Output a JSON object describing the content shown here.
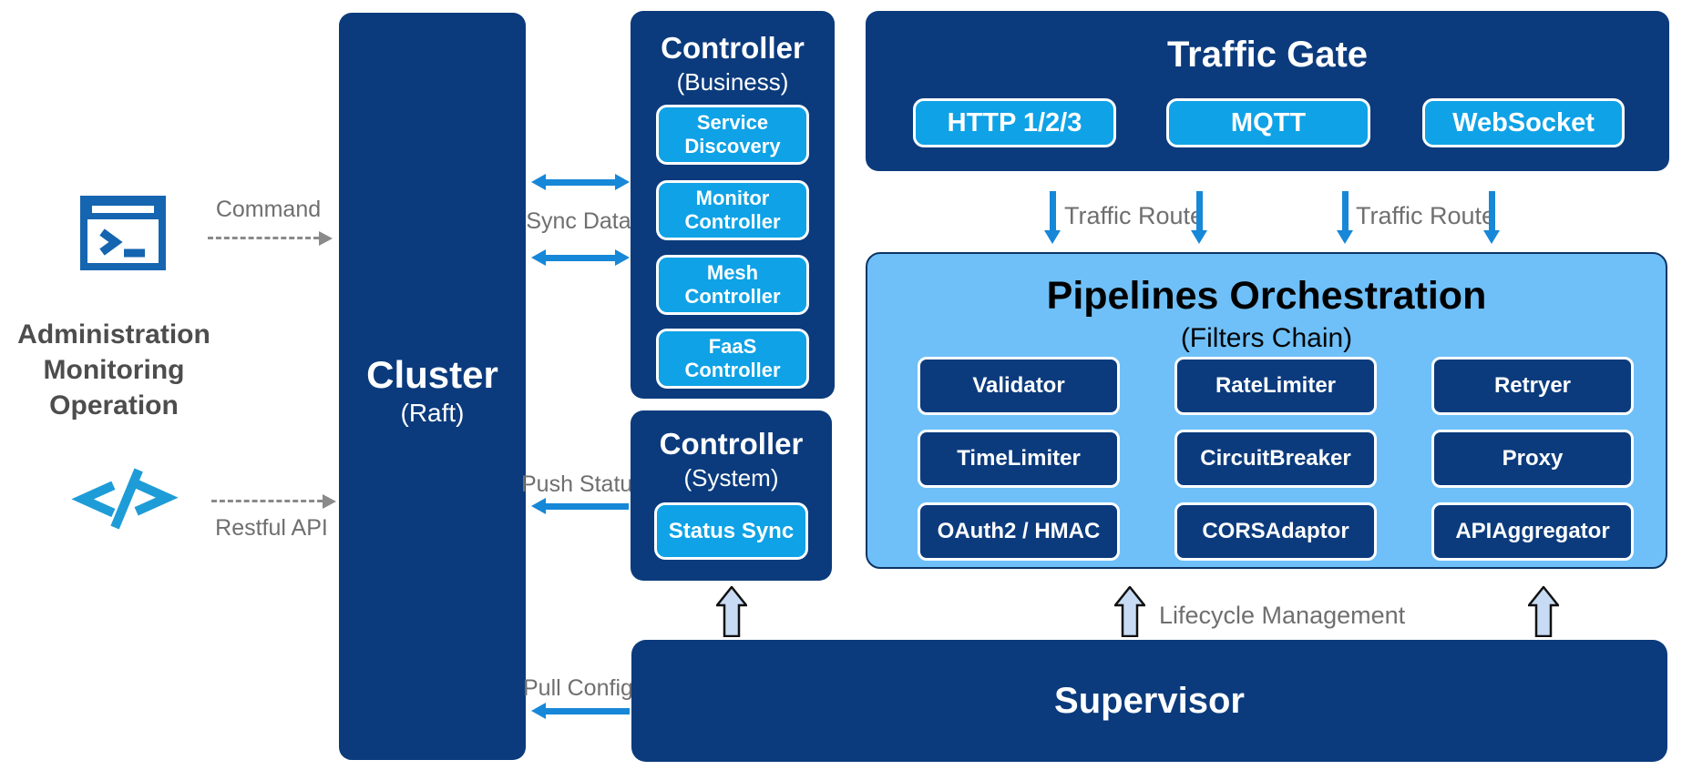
{
  "colors": {
    "navy": "#0b3b7d",
    "button_blue": "#0fa2e6",
    "panel_blue": "#6fc0f8",
    "arrow_blue": "#1787d8",
    "terminal_icon_blue": "#1565b0",
    "code_icon_blue": "#1e9cd7",
    "label_gray": "#6f6f6f",
    "admin_text_gray": "#4d4d4d",
    "block_arrow_fill": "#c7dbf4"
  },
  "admin": {
    "line1": "Administration",
    "line2": "Monitoring",
    "line3": "Operation"
  },
  "labels": {
    "command": "Command",
    "restful_api": "Restful API",
    "sync_data": "Sync Data",
    "push_status": "Push Status",
    "pull_config": "Pull Config",
    "traffic_route": "Traffic Route",
    "lifecycle": "Lifecycle Management"
  },
  "cluster": {
    "title": "Cluster",
    "subtitle": "(Raft)"
  },
  "controller_business": {
    "title": "Controller",
    "subtitle": "(Business)",
    "items": [
      "Service Discovery",
      "Monitor Controller",
      "Mesh Controller",
      "FaaS Controller"
    ]
  },
  "controller_system": {
    "title": "Controller",
    "subtitle": "(System)",
    "items": [
      "Status Sync"
    ]
  },
  "traffic_gate": {
    "title": "Traffic Gate",
    "protocols": [
      "HTTP 1/2/3",
      "MQTT",
      "WebSocket"
    ]
  },
  "pipelines": {
    "title": "Pipelines Orchestration",
    "subtitle": "(Filters Chain)",
    "filters": [
      "Validator",
      "RateLimiter",
      "Retryer",
      "TimeLimiter",
      "CircuitBreaker",
      "Proxy",
      "OAuth2 / HMAC",
      "CORSAdaptor",
      "APIAggregator"
    ]
  },
  "supervisor": {
    "title": "Supervisor"
  }
}
